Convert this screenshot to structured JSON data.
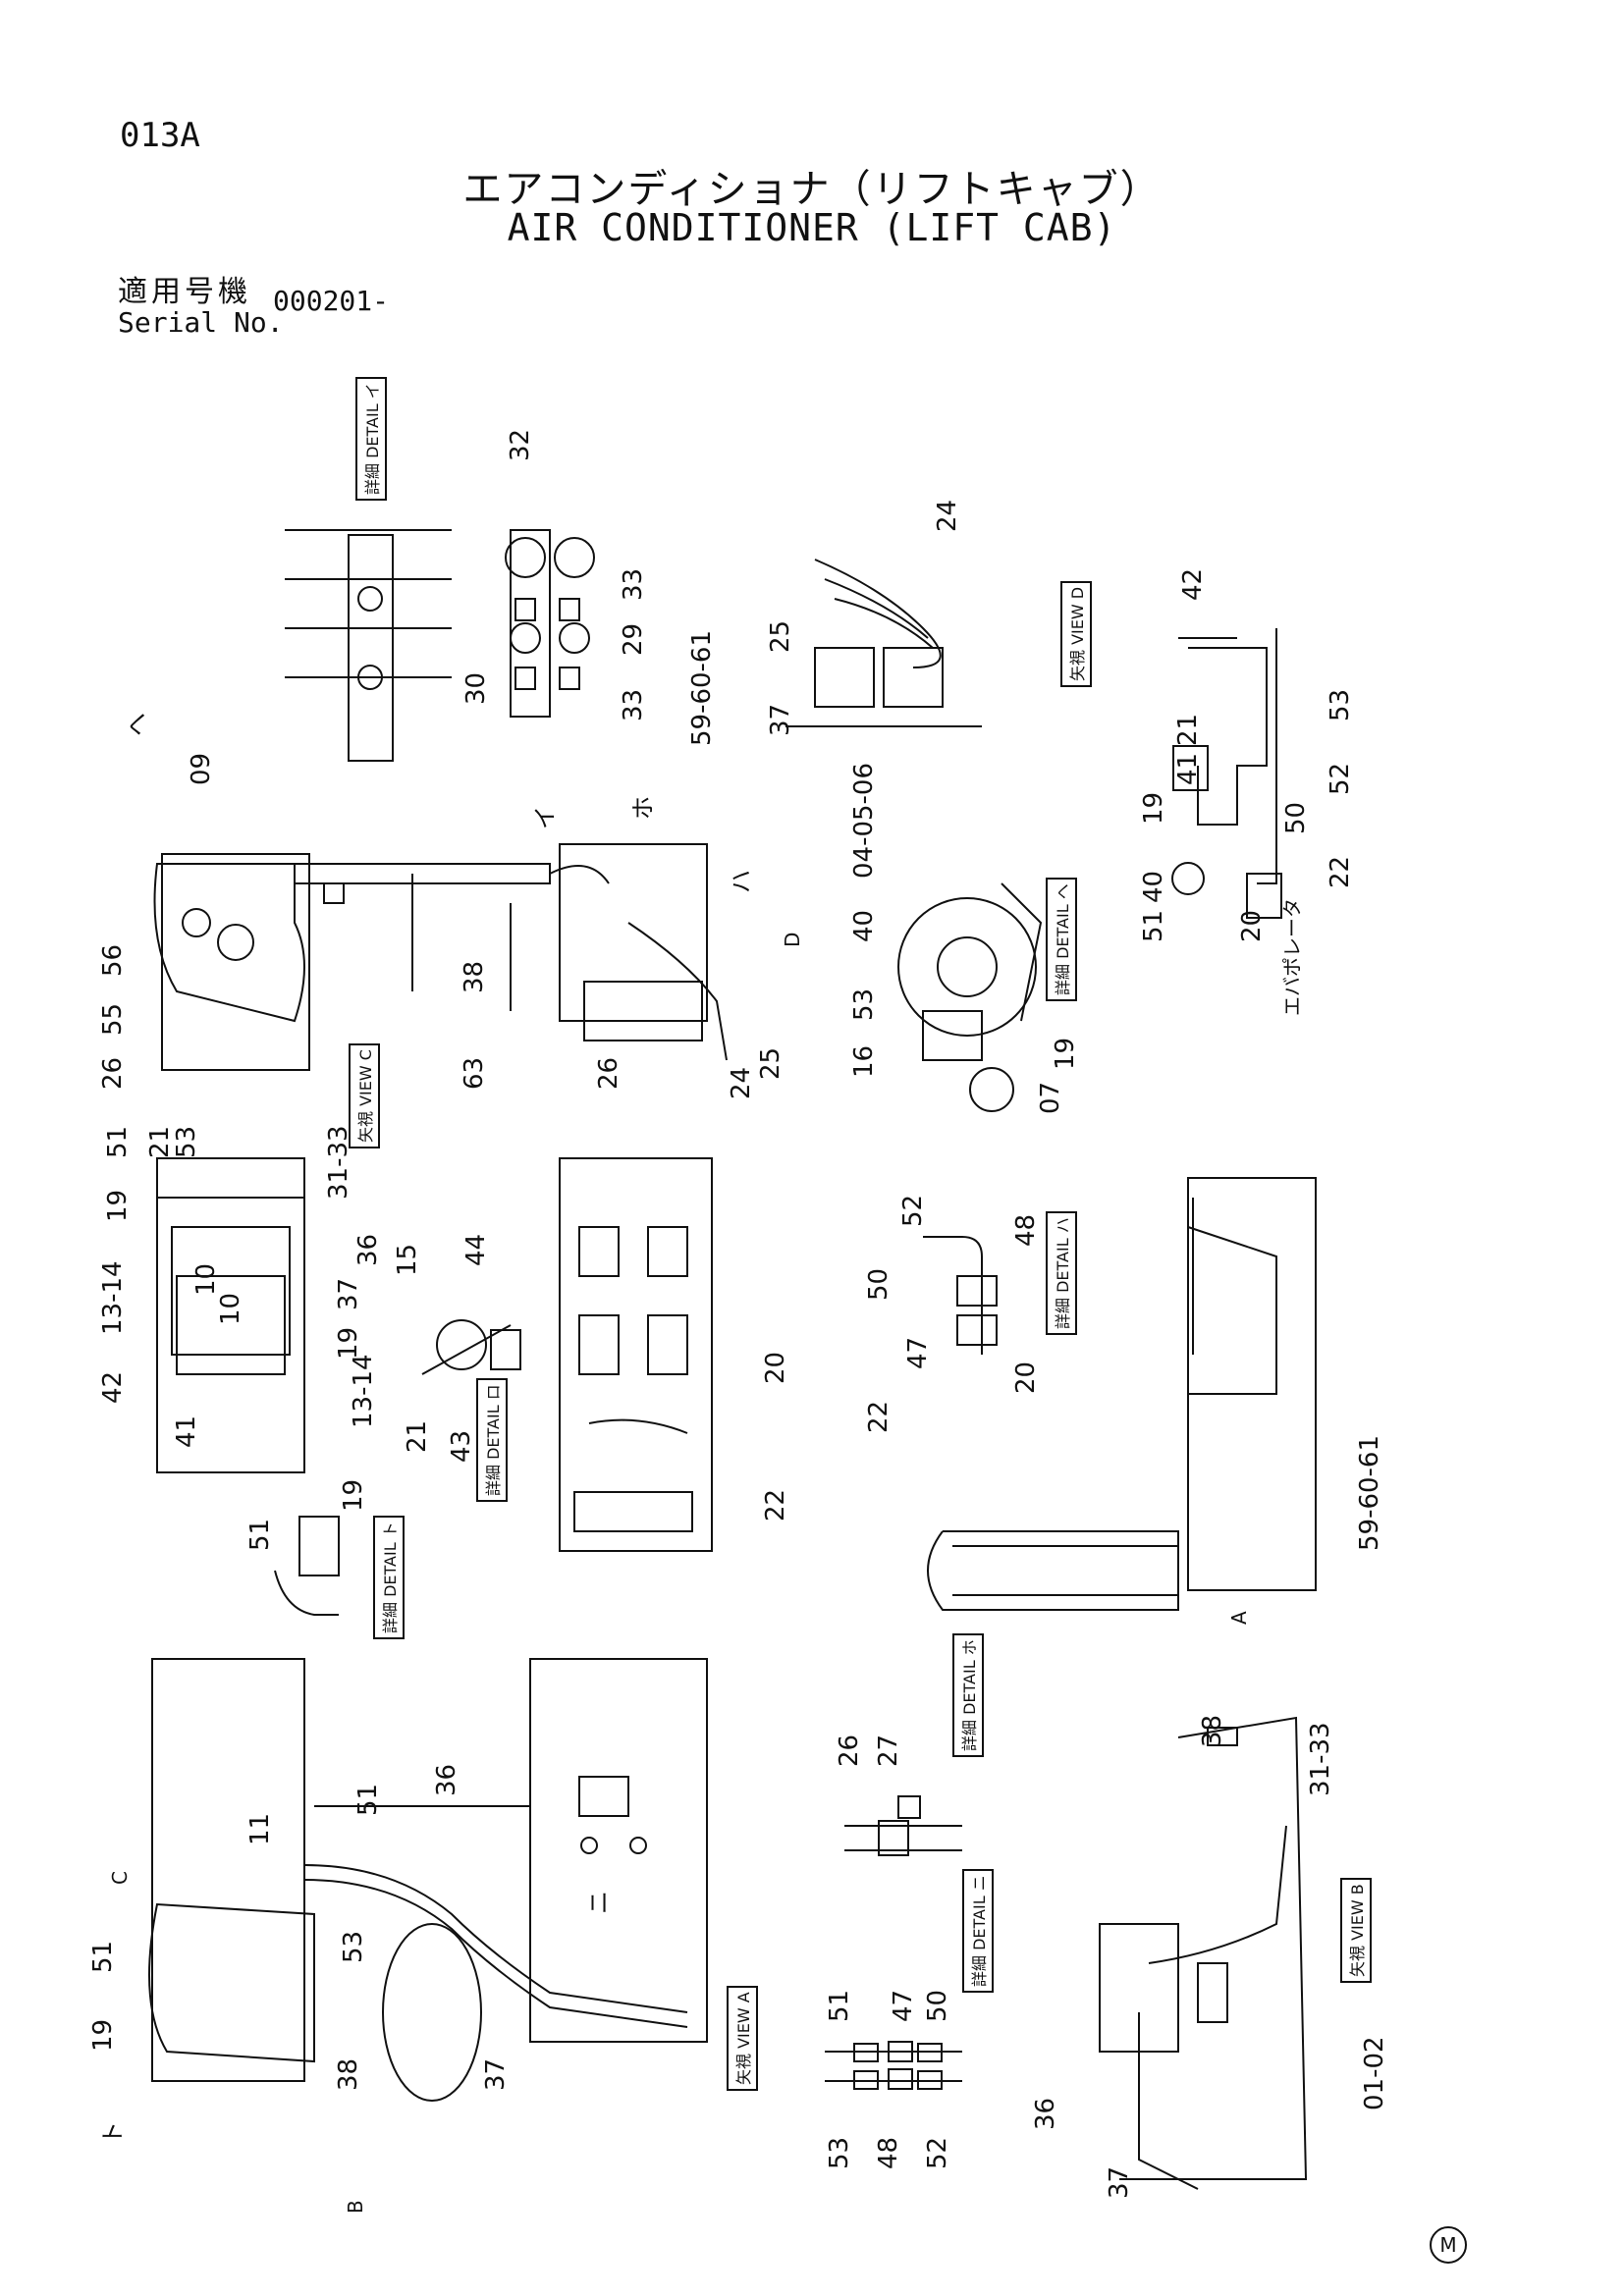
{
  "header": {
    "page_code": "013A",
    "title_jp": "エアコンディショナ（リフトキャブ）",
    "title_en": "AIR CONDITIONER (LIFT CAB)",
    "serial_label_jp": "適用号機",
    "serial_label_en": "Serial No.",
    "serial_value": "000201-"
  },
  "callouts": [
    {
      "id": "c32",
      "text": "32"
    },
    {
      "id": "c33a",
      "text": "33"
    },
    {
      "id": "c29",
      "text": "29"
    },
    {
      "id": "c33b",
      "text": "33"
    },
    {
      "id": "c30",
      "text": "30"
    },
    {
      "id": "c24a",
      "text": "24"
    },
    {
      "id": "c25a",
      "text": "25"
    },
    {
      "id": "c37a",
      "text": "37"
    },
    {
      "id": "c42a",
      "text": "42"
    },
    {
      "id": "c53a",
      "text": "53"
    },
    {
      "id": "c52a",
      "text": "52"
    },
    {
      "id": "c50a",
      "text": "50"
    },
    {
      "id": "c22a",
      "text": "22"
    },
    {
      "id": "c19a",
      "text": "19"
    },
    {
      "id": "c41a",
      "text": "41"
    },
    {
      "id": "c21a",
      "text": "21"
    },
    {
      "id": "c40a",
      "text": "40"
    },
    {
      "id": "c51a",
      "text": "51"
    },
    {
      "id": "c20a",
      "text": "20"
    },
    {
      "id": "c09",
      "text": "09"
    },
    {
      "id": "c56",
      "text": "56"
    },
    {
      "id": "c55",
      "text": "55"
    },
    {
      "id": "c26a",
      "text": "26"
    },
    {
      "id": "c59a",
      "text": "59-60-61"
    },
    {
      "id": "c38a",
      "text": "38"
    },
    {
      "id": "c63",
      "text": "63"
    },
    {
      "id": "c26b",
      "text": "26"
    },
    {
      "id": "c24b",
      "text": "24"
    },
    {
      "id": "c25b",
      "text": "25"
    },
    {
      "id": "c040506",
      "text": "04-05-06"
    },
    {
      "id": "c40b",
      "text": "40"
    },
    {
      "id": "c53b",
      "text": "53"
    },
    {
      "id": "c16",
      "text": "16"
    },
    {
      "id": "c07",
      "text": "07"
    },
    {
      "id": "c19b",
      "text": "19"
    },
    {
      "id": "c51b",
      "text": "51"
    },
    {
      "id": "c21b",
      "text": "21"
    },
    {
      "id": "c53c",
      "text": "53"
    },
    {
      "id": "c3133a",
      "text": "31-33"
    },
    {
      "id": "c19c",
      "text": "19"
    },
    {
      "id": "c1314a",
      "text": "13-14"
    },
    {
      "id": "c10a",
      "text": "10"
    },
    {
      "id": "c10b",
      "text": "10"
    },
    {
      "id": "c42b",
      "text": "42"
    },
    {
      "id": "c41b",
      "text": "41"
    },
    {
      "id": "c36a",
      "text": "36"
    },
    {
      "id": "c37b",
      "text": "37"
    },
    {
      "id": "c19d",
      "text": "19"
    },
    {
      "id": "c1314b",
      "text": "13-14"
    },
    {
      "id": "c15",
      "text": "15"
    },
    {
      "id": "c44",
      "text": "44"
    },
    {
      "id": "c21c",
      "text": "21"
    },
    {
      "id": "c43",
      "text": "43"
    },
    {
      "id": "c20b",
      "text": "20"
    },
    {
      "id": "c22b",
      "text": "22"
    },
    {
      "id": "c52b",
      "text": "52"
    },
    {
      "id": "c48a",
      "text": "48"
    },
    {
      "id": "c50b",
      "text": "50"
    },
    {
      "id": "c47a",
      "text": "47"
    },
    {
      "id": "c22c",
      "text": "22"
    },
    {
      "id": "c20c",
      "text": "20"
    },
    {
      "id": "c59b",
      "text": "59-60-61"
    },
    {
      "id": "c51c",
      "text": "51"
    },
    {
      "id": "c19e",
      "text": "19"
    },
    {
      "id": "c11",
      "text": "11"
    },
    {
      "id": "c51d",
      "text": "51"
    },
    {
      "id": "c36b",
      "text": "36"
    },
    {
      "id": "c53d",
      "text": "53"
    },
    {
      "id": "c51e",
      "text": "51"
    },
    {
      "id": "c19f",
      "text": "19"
    },
    {
      "id": "c38b",
      "text": "38"
    },
    {
      "id": "c37c",
      "text": "37"
    },
    {
      "id": "c26c",
      "text": "26"
    },
    {
      "id": "c27",
      "text": "27"
    },
    {
      "id": "c51f",
      "text": "51"
    },
    {
      "id": "c47b",
      "text": "47"
    },
    {
      "id": "c50c",
      "text": "50"
    },
    {
      "id": "c53e",
      "text": "53"
    },
    {
      "id": "c48b",
      "text": "48"
    },
    {
      "id": "c52c",
      "text": "52"
    },
    {
      "id": "c38c",
      "text": "38"
    },
    {
      "id": "c3133b",
      "text": "31-33"
    },
    {
      "id": "c36c",
      "text": "36"
    },
    {
      "id": "c0102",
      "text": "01-02"
    },
    {
      "id": "c37d",
      "text": "37"
    }
  ],
  "tags": {
    "detail_i": "詳細 DETAIL イ",
    "view_d": "矢視 VIEW D",
    "view_c": "矢視 VIEW C",
    "detail_he": "詳細 DETAIL ヘ",
    "detail_ha": "詳細 DETAIL ハ",
    "detail_ro": "詳細 DETAIL ロ",
    "detail_to": "詳細 DETAIL ト",
    "detail_ho": "詳細 DETAIL ホ",
    "detail_ni": "詳細 DETAIL ニ",
    "view_a": "矢視 VIEW A",
    "view_b": "矢視 VIEW B"
  },
  "marks": {
    "evaporator": "エバポレータ",
    "kana_he": "ヘ",
    "kana_i": "イ",
    "kana_ho": "ホ",
    "kana_ha": "ハ",
    "kana_ni": "ニ",
    "kana_to": "ト",
    "arrow_a": "A",
    "arrow_b": "B",
    "arrow_c": "C",
    "arrow_d": "D",
    "copyright_m": "M"
  },
  "colors": {
    "ink": "#111111",
    "paper": "#ffffff"
  }
}
